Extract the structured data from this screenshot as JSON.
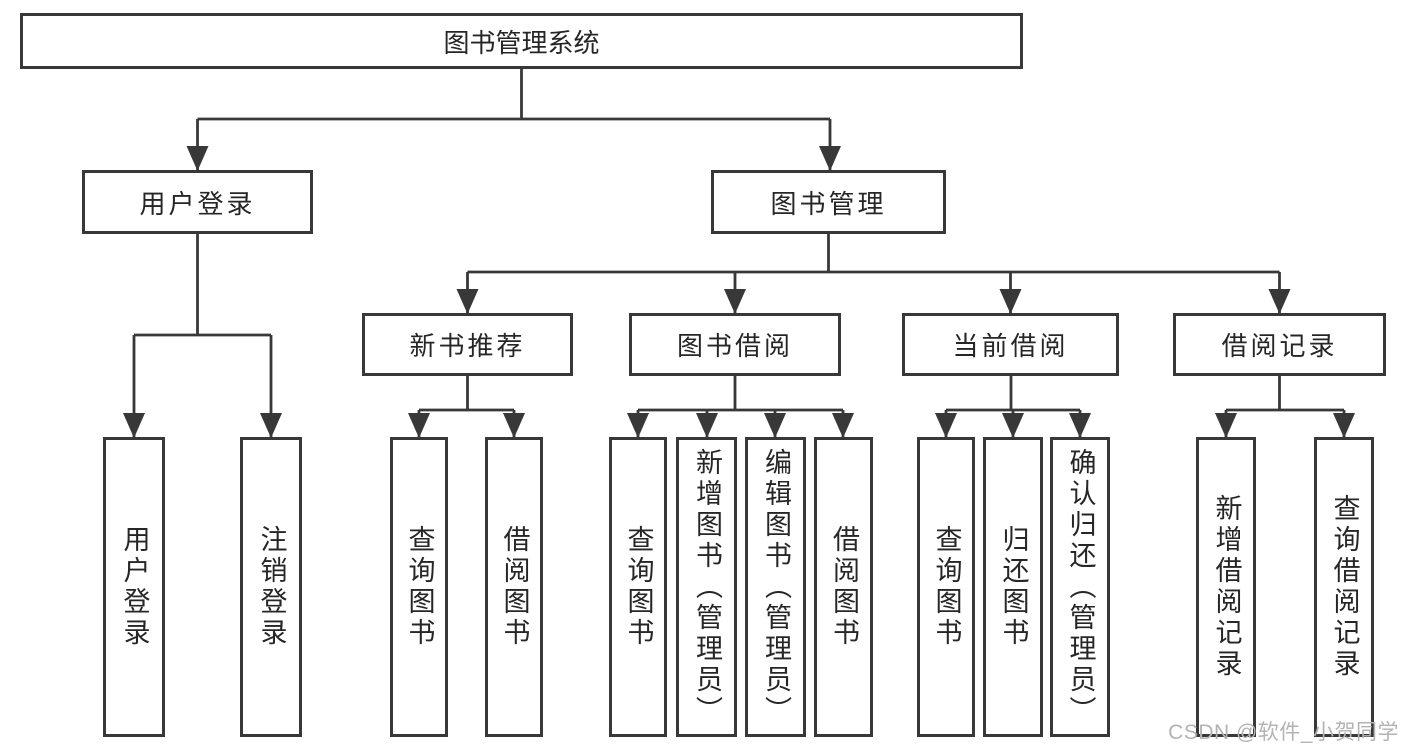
{
  "title": "图书管理系统",
  "tree": {
    "root": {
      "label": "图书管理系统"
    },
    "branches": [
      {
        "label": "用户登录",
        "children": [
          {
            "label": "用户登录"
          },
          {
            "label": "注销登录"
          }
        ]
      },
      {
        "label": "图书管理",
        "children": [
          {
            "label": "新书推荐",
            "children": [
              {
                "label": "查询图书"
              },
              {
                "label": "借阅图书"
              }
            ]
          },
          {
            "label": "图书借阅",
            "children": [
              {
                "label": "查询图书"
              },
              {
                "label": "新增图书（管理员）"
              },
              {
                "label": "编辑图书（管理员）"
              },
              {
                "label": "借阅图书"
              }
            ]
          },
          {
            "label": "当前借阅",
            "children": [
              {
                "label": "查询图书"
              },
              {
                "label": "归还图书"
              },
              {
                "label": "确认归还（管理员）"
              }
            ]
          },
          {
            "label": "借阅记录",
            "children": [
              {
                "label": "新增借阅记录"
              },
              {
                "label": "查询借阅记录"
              }
            ]
          }
        ]
      }
    ]
  },
  "watermark": "CSDN @软件_小贺同学",
  "colors": {
    "line": "#383838",
    "text": "#262626",
    "background": "#ffffff",
    "watermark": "#b3b3b3"
  }
}
